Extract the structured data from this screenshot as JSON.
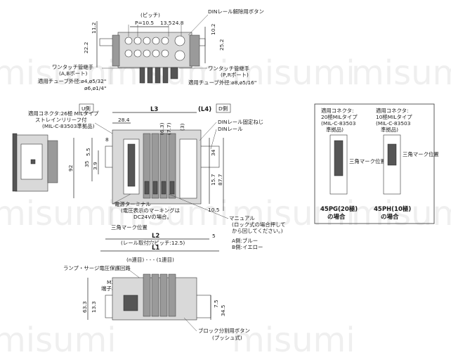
{
  "watermark": "misumi",
  "top_view": {
    "pitch_label": "(ピッチ)",
    "pitch_value": "P=10.5",
    "dim_13_5": "13.5",
    "dim_24_8": "24.8",
    "din_release_button": "DINレール解除用ボタン",
    "dim_11_2": "11.2",
    "dim_22_2": "22.2",
    "dim_10_2": "10.2",
    "dim_25_2": "25.2",
    "fitting_ab_label": "ワンタッチ管継手",
    "fitting_ab_port": "(A,Bポート)",
    "fitting_ab_tube1": "適用チューブ外径:ø4,ø5/32\"",
    "fitting_ab_tube2": "ø6,ø1/4\"",
    "fitting_pr_label": "ワンタッチ管継手",
    "fitting_pr_port": "(P,Rポート)",
    "fitting_pr_tube": "適用チューブ外径:ø8,ø5/16\""
  },
  "front_view": {
    "side_u": "U側",
    "side_d": "D側",
    "connector_26": "適用コネクタ:26極 MILタイプ",
    "strain_relief": "ストレインリリーフ付",
    "mil_c": "(MIL-C-83503準拠品)",
    "L3": "L3",
    "L4": "(L4)",
    "dim_28_4": "28.4",
    "dim_6_3": "(6.3)",
    "dim_7_7": "(7.7)",
    "dim_3": "(3)",
    "din_fix_screw": "DINレール固定ねじ",
    "din_rail": "DINレール",
    "dim_8": "8",
    "dim_35": "35",
    "dim_5_5": "5.5",
    "dim_3_9": "3.9",
    "dim_92": "92",
    "dim_34": "34",
    "dim_87_7": "87.7",
    "dim_15_7": "15.7",
    "power_terminal": "電源ターミナル",
    "voltage_note1": "(電圧表示のマーキングは",
    "voltage_note2": "DC24Vの場合。",
    "triangle_mark": "三角マーク位置",
    "manual": "マニュアル",
    "manual_note1": "(ロック式の場合押して",
    "manual_note2": "から回してください。)",
    "a_side": "A側:ブルー",
    "b_side": "B側:イエロー",
    "L2": "L2",
    "L2_note": "(レール取付穴ピッチ:12.5)",
    "L1": "L1",
    "dim_5": "5",
    "dim_10_5": "10.5"
  },
  "variants": {
    "pg_connector": "適用コネクタ:",
    "pg_connector2": "20極MILタイプ",
    "pg_mil": "(MIL-C-83503",
    "pg_mil2": "準拠品)",
    "pg_triangle": "三角マーク位置",
    "pg_caption1": "45PG(20極)",
    "pg_caption2": "の場合",
    "ph_connector": "適用コネクタ:",
    "ph_connector2": "10極MILタイプ",
    "ph_mil": "(MIL-C-83503",
    "ph_mil2": "準拠品)",
    "ph_triangle": "三角マーク位置",
    "ph_caption1": "45PH(10極)",
    "ph_caption2": "の場合"
  },
  "bottom_view": {
    "stations": "(n連目) - - - (1連目)",
    "surge_circuit": "ランプ・サージ電圧保護回路",
    "m3": "M3",
    "terminal_screw": "端子ねじ",
    "dim_63_3": "63.3",
    "dim_13_3": "13.3",
    "dim_7_5": "7.5",
    "dim_34_5": "34.5",
    "block_release": "ブロック分割用ボタン",
    "push_type": "(プッシュ式)"
  }
}
